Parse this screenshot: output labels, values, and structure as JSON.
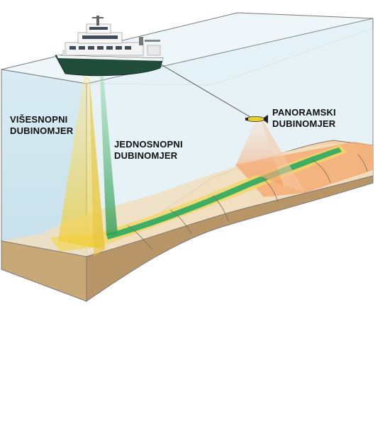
{
  "labels": {
    "multibeam": [
      "VIŠESNOPNI",
      "DUBINOMJER"
    ],
    "singlebeam": [
      "JEDNOSNOPNI",
      "DUBINOMJER"
    ],
    "sidescan": [
      "PANORAMSKI",
      "DUBINOMJER"
    ]
  },
  "colors": {
    "water_side": "#cfe6ef",
    "water_top": "#e8f3f7",
    "seabed": "#d2b48c",
    "multibeam_beam": "#f1d24a",
    "singlebeam_beam": "#47b56b",
    "sidescan_beam": "#f0a46a",
    "ship_hull": "#1f4d3a",
    "outline": "#6b6b6b"
  }
}
